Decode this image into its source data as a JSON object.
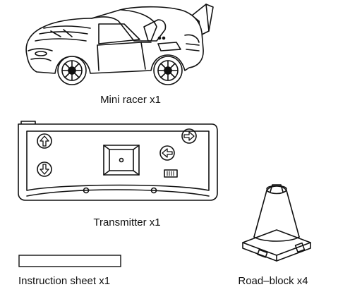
{
  "items": {
    "car": {
      "label": "Mini racer x1"
    },
    "transmitter": {
      "label": "Transmitter x1"
    },
    "instructions": {
      "label": "Instruction sheet x1"
    },
    "roadblock": {
      "label": "Road–block x4"
    }
  },
  "colors": {
    "ink": "#111111",
    "background": "#ffffff"
  }
}
